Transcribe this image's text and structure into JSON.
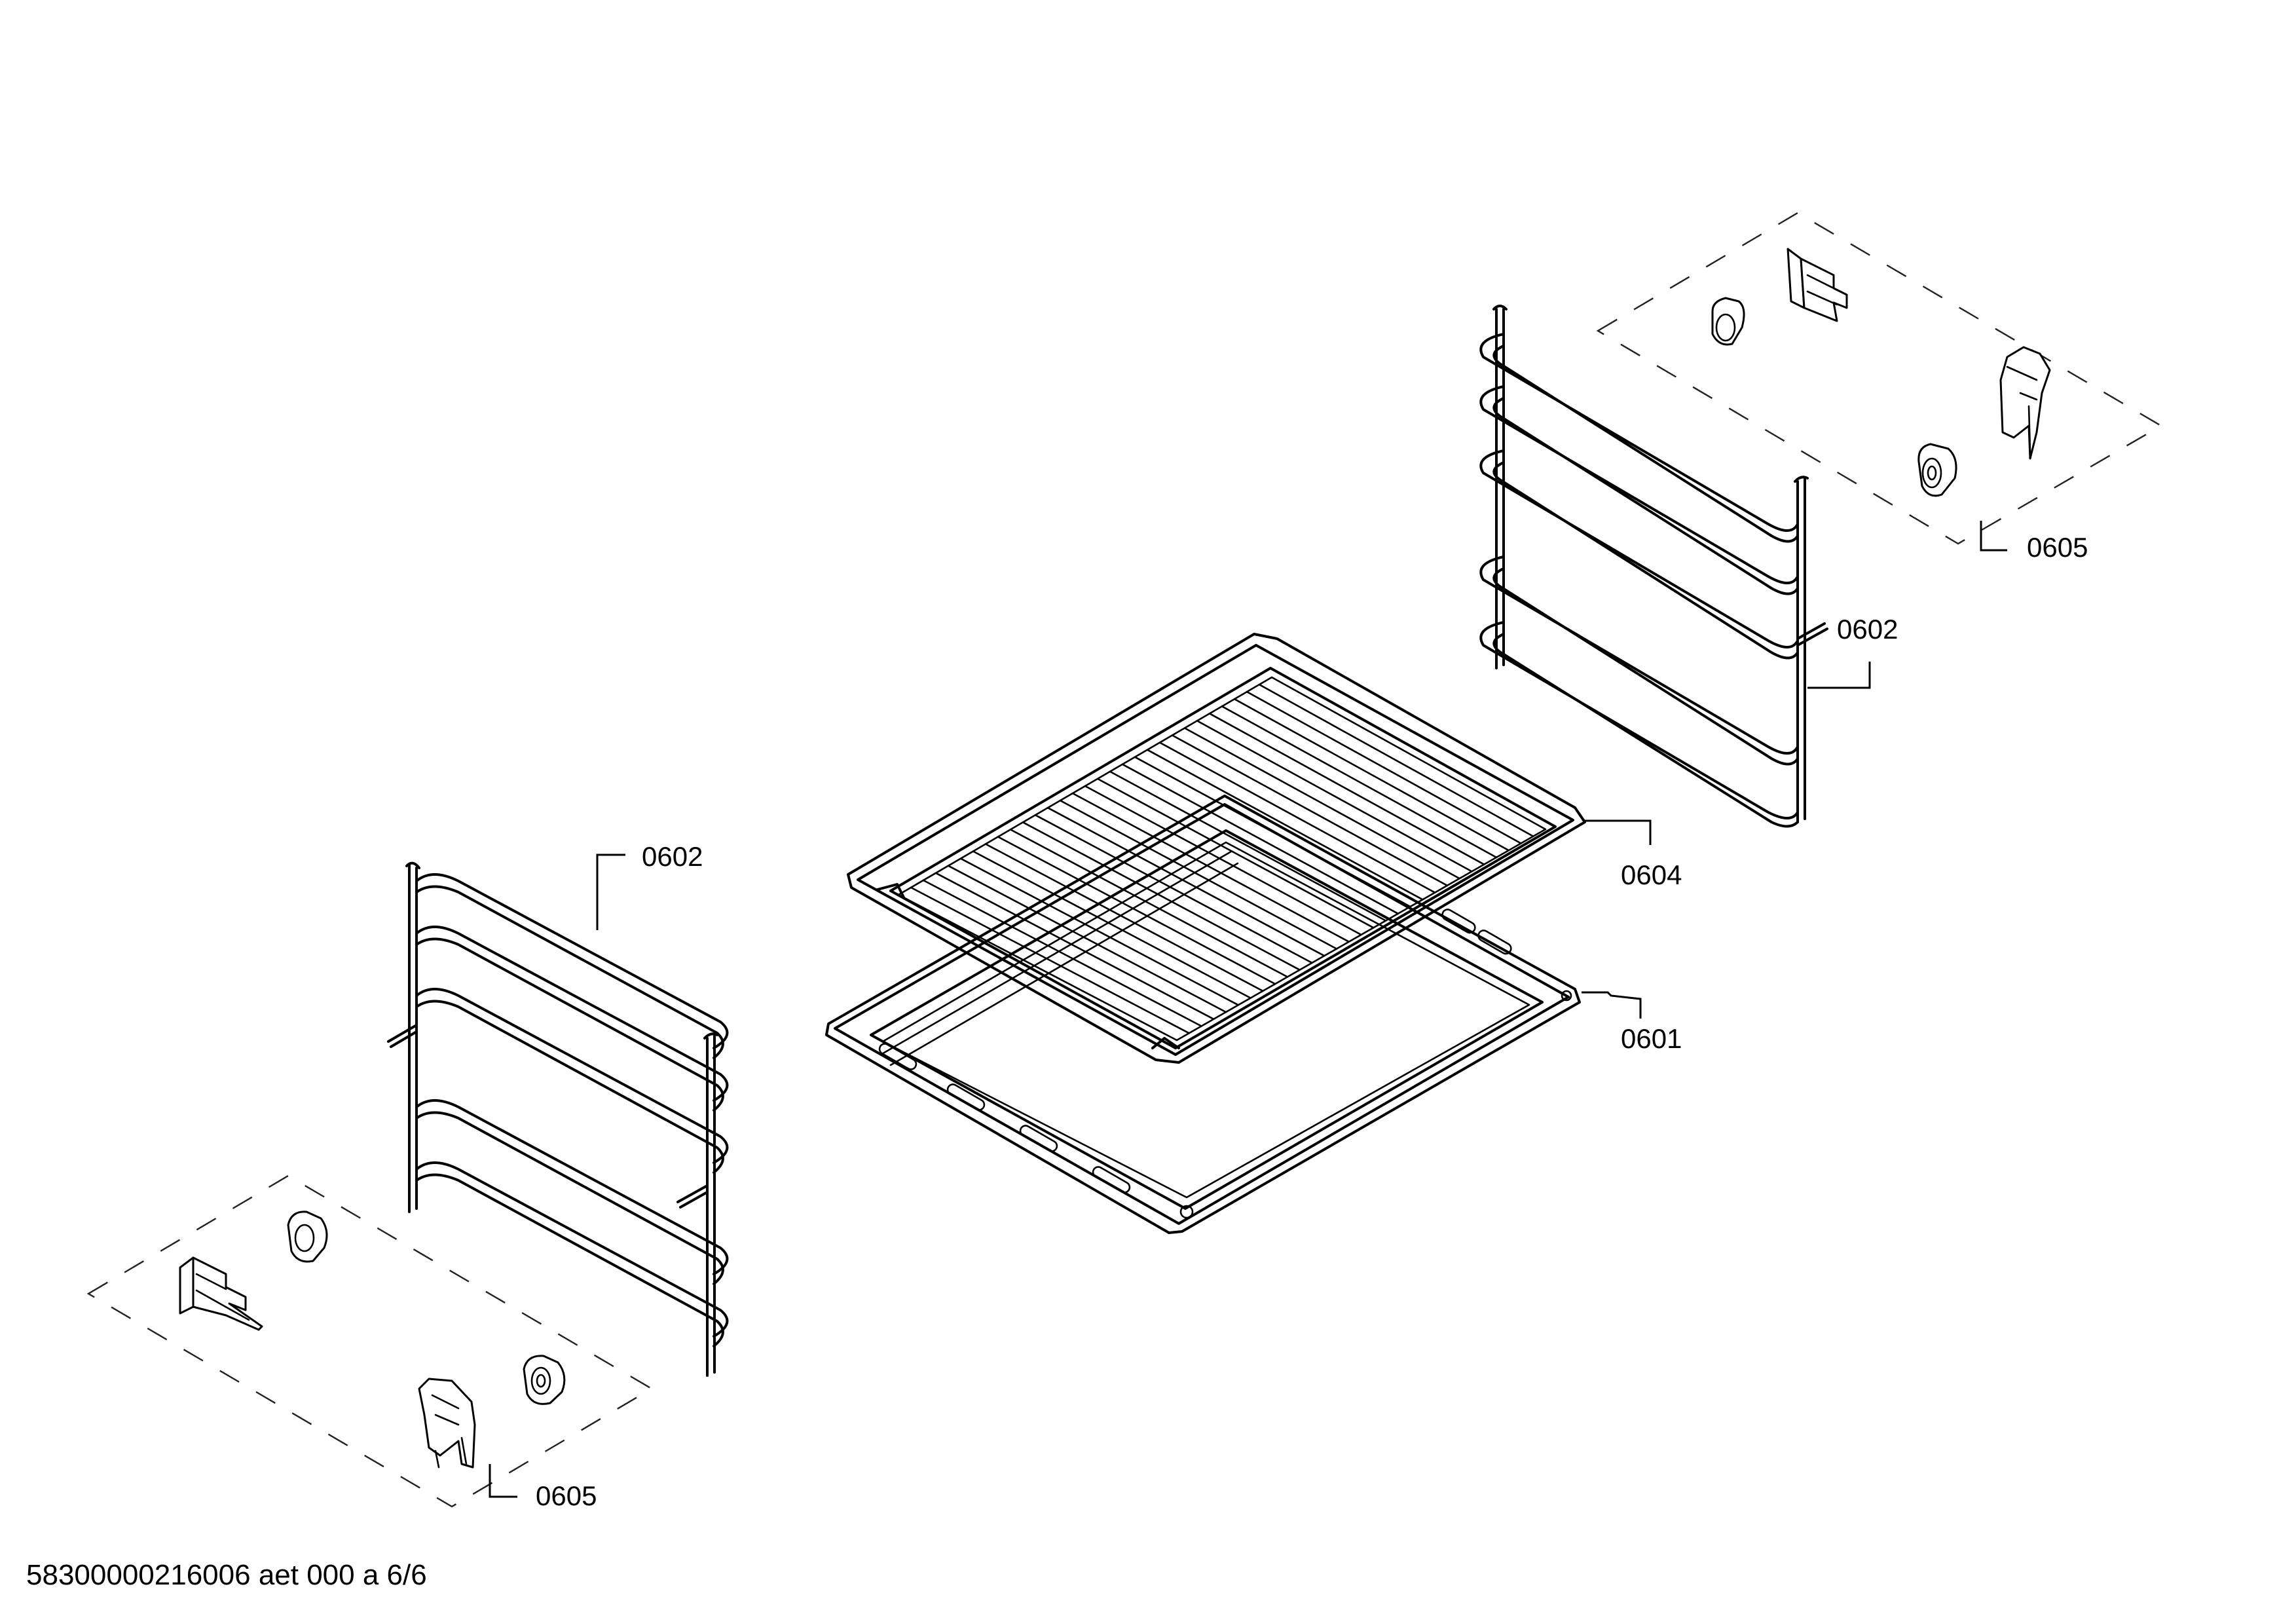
{
  "callouts": {
    "rack_left": "0602",
    "rack_right": "0602",
    "wire_shelf": "0604",
    "baking_tray": "0601",
    "fasteners_left": "0605",
    "fasteners_right": "0605"
  },
  "footer": {
    "document_code": "58300000216006 aet 000 a 6/6"
  }
}
